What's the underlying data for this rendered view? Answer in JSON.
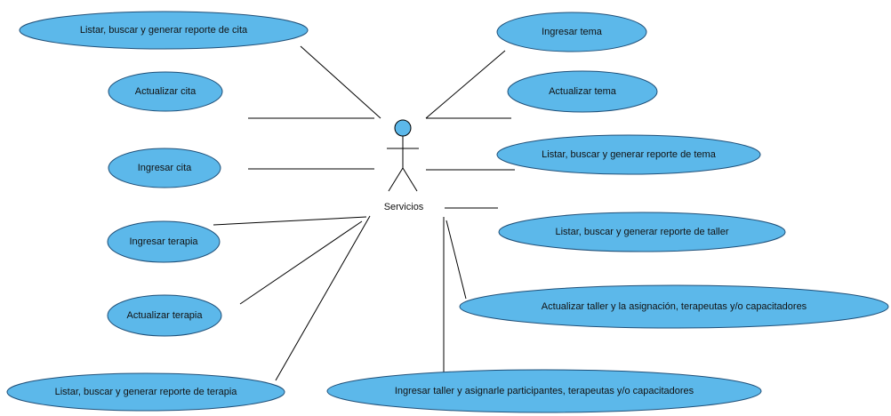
{
  "actor": {
    "name": "Servicios"
  },
  "use_cases": [
    {
      "id": "uc-listar-cita",
      "label": "Listar, buscar y generar reporte de cita"
    },
    {
      "id": "uc-actualizar-cita",
      "label": "Actualizar cita"
    },
    {
      "id": "uc-ingresar-cita",
      "label": "Ingresar cita"
    },
    {
      "id": "uc-ingresar-terapia",
      "label": "Ingresar terapia"
    },
    {
      "id": "uc-actualizar-terapia",
      "label": "Actualizar terapia"
    },
    {
      "id": "uc-listar-terapia",
      "label": "Listar, buscar y generar reporte de terapia"
    },
    {
      "id": "uc-ingresar-tema",
      "label": "Ingresar tema"
    },
    {
      "id": "uc-actualizar-tema",
      "label": "Actualizar tema"
    },
    {
      "id": "uc-listar-tema",
      "label": "Listar, buscar y generar reporte de tema"
    },
    {
      "id": "uc-listar-taller",
      "label": "Listar, buscar y generar reporte de taller"
    },
    {
      "id": "uc-actualizar-taller",
      "label": "Actualizar taller y la asignación, terapeutas y/o capacitadores"
    },
    {
      "id": "uc-ingresar-taller",
      "label": "Ingresar taller y asignarle participantes, terapeutas y/o capacitadores"
    }
  ],
  "colors": {
    "use_case_fill": "#5cb8ea",
    "use_case_stroke": "#1f4f78",
    "actor_head_fill": "#5cb8ea",
    "line": "#000000"
  }
}
